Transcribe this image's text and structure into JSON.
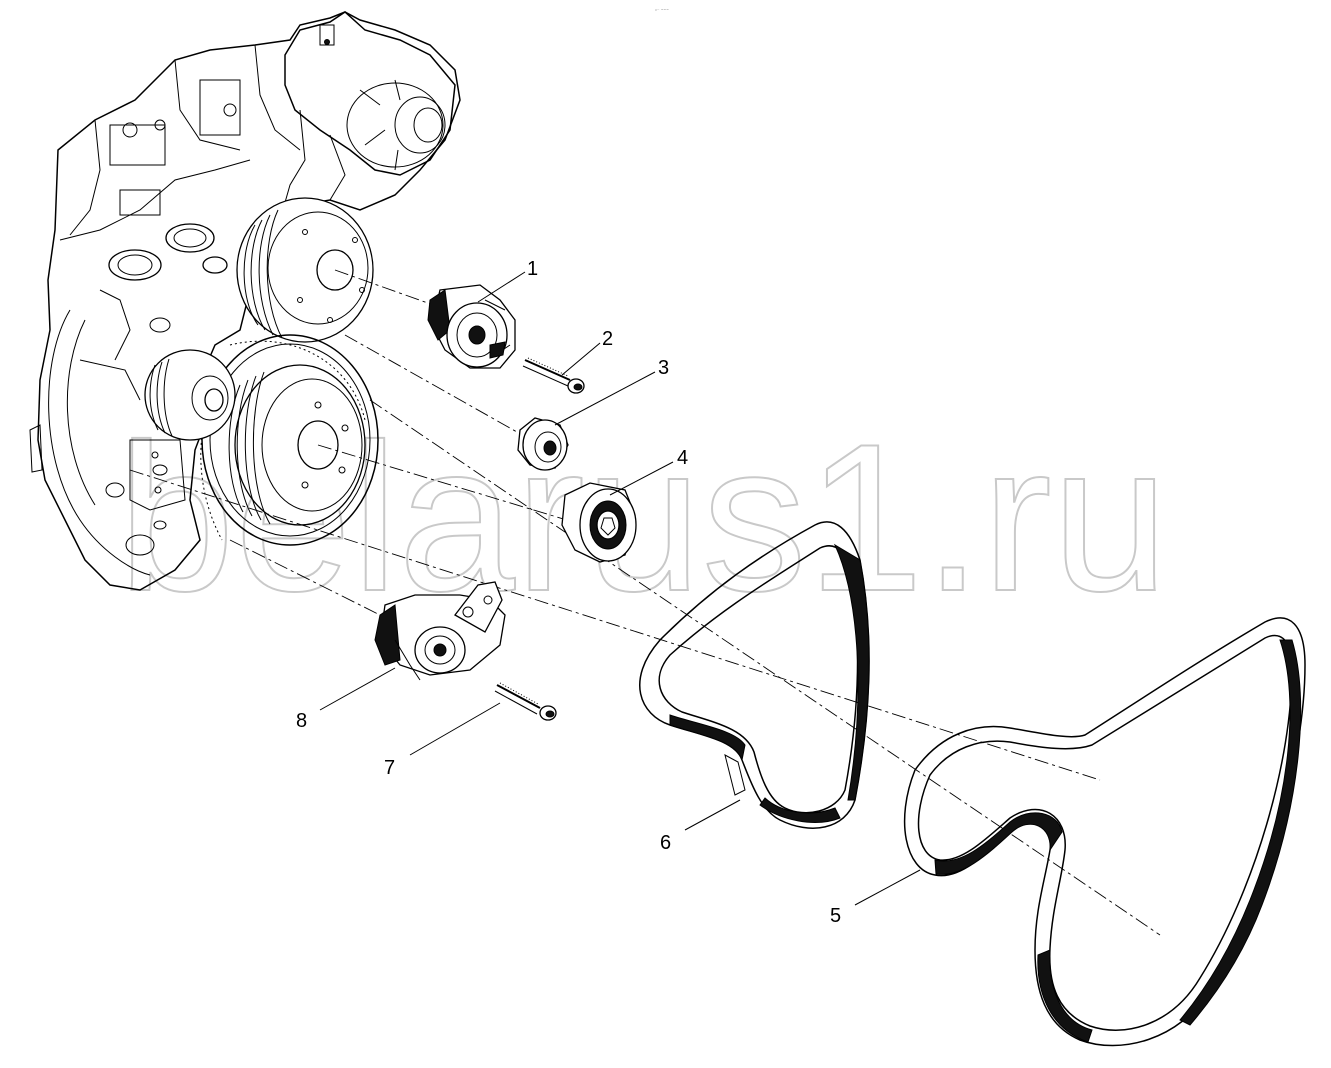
{
  "header": {
    "mark": "ᵒ⁻ ⁼⁼⁼"
  },
  "watermark": {
    "text": "belarus1.ru"
  },
  "callouts": [
    {
      "id": "1",
      "label": "1",
      "part": "tensioner-upper"
    },
    {
      "id": "2",
      "label": "2",
      "part": "bolt-upper"
    },
    {
      "id": "3",
      "label": "3",
      "part": "idler-pulley-small"
    },
    {
      "id": "4",
      "label": "4",
      "part": "idler-pulley-large"
    },
    {
      "id": "5",
      "label": "5",
      "part": "belt-large"
    },
    {
      "id": "6",
      "label": "6",
      "part": "belt-small"
    },
    {
      "id": "7",
      "label": "7",
      "part": "bolt-lower"
    },
    {
      "id": "8",
      "label": "8",
      "part": "tensioner-lower"
    }
  ]
}
